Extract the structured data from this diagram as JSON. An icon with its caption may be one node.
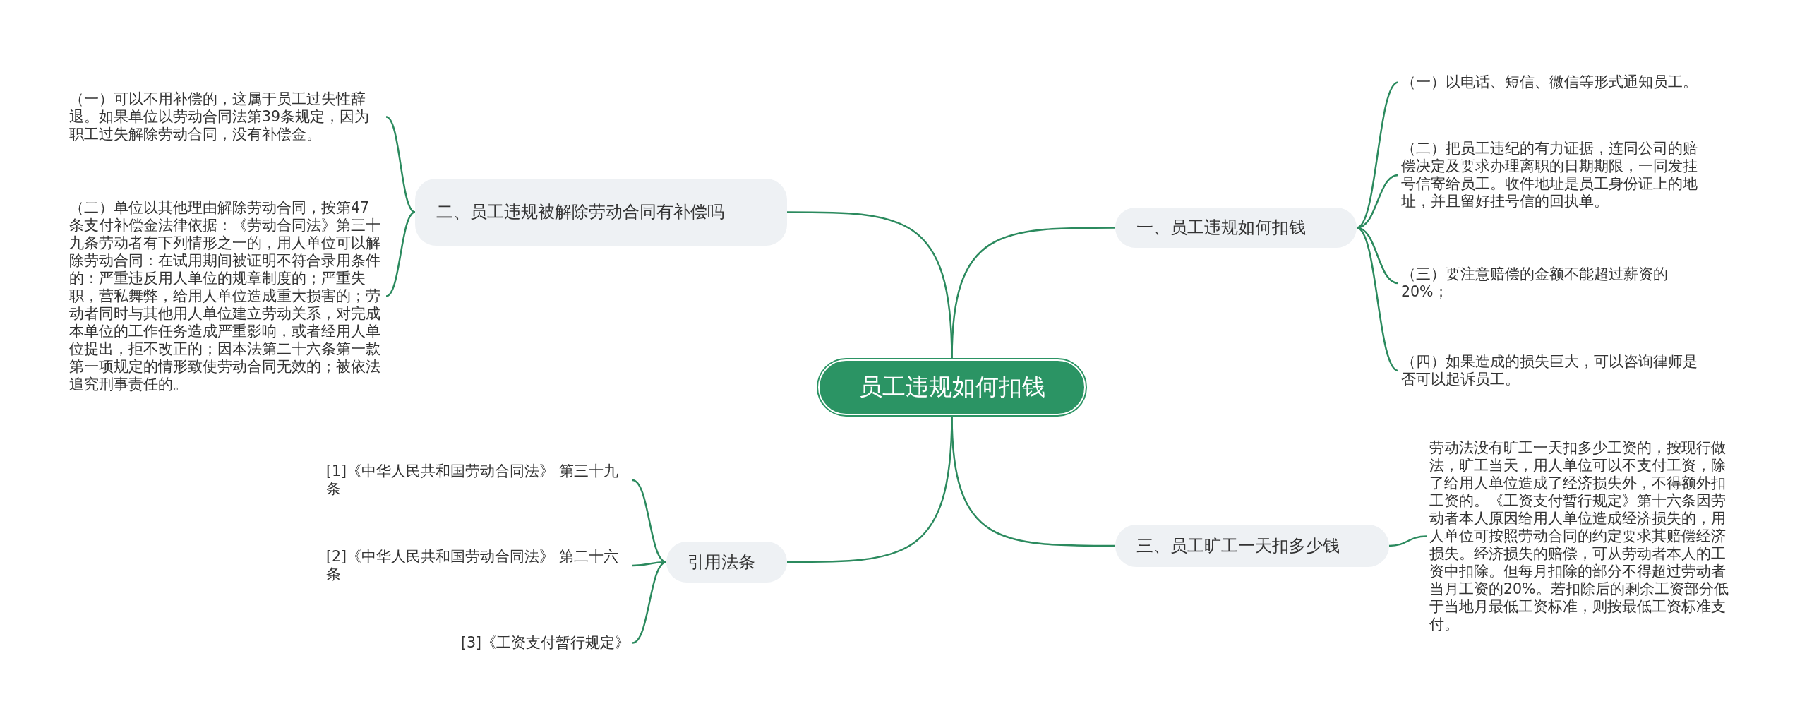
{
  "diagram": {
    "nodes": [
      {
        "text": [
          "员工违规如何扣钱"
        ]
      },
      {
        "text": [
          "一、员工违规如何扣钱"
        ]
      },
      {
        "text": [
          "（一）以电话、短信、微信等形式通知员工。"
        ]
      },
      {
        "text": [
          "（二）把员工违纪的有力证据，连同公司的赔偿决定及要求办理离职的日期期限，一同发挂号信寄给员工。收件地址是员工身份证上的地址，并且留好挂号信的回执单。"
        ]
      },
      {
        "text": [
          "（三）要注意赔偿的金额不能超过薪资的20%；"
        ]
      },
      {
        "text": [
          "（四）如果造成的损失巨大，可以咨询律师是否可以起诉员工。"
        ]
      },
      {
        "text": [
          "二、员工违规被解除劳动合同有补偿吗"
        ]
      },
      {
        "text": [
          "（一）可以不用补偿的，这属于员工过失性辞退。如果单位以劳动合同法第39条规定，因为职工过失解除劳动合同，没有补偿金。"
        ]
      },
      {
        "text": [
          "（二）单位以其他理由解除劳动合同，按第47条支付补偿金法律依据：《劳动合同法》第三十九条劳动者有下列情形之一的，用人单位可以解除劳动合同：在试用期间被证明不符合录用条件的：严重违反用人单位的规章制度的；严重失职，营私舞弊，给用人单位造成重大损害的；劳动者同时与其他用人单位建立劳动关系，对完成本单位的工作任务造成严重影响，或者经用人单位提出，拒不改正的；因本法第二十六条第一款第一项规定的情形致使劳动合同无效的；被依法追究刑事责任的。"
        ]
      },
      {
        "text": [
          "三、员工旷工一天扣多少钱"
        ]
      },
      {
        "text": [
          "劳动法没有旷工一天扣多少工资的，按现行做法，旷工当天，用人单位可以不支付工资，除了给用人单位造成了经济损失外，不得额外扣工资的。《工资支付暂行规定》第十六条因劳动者本人原因给用人单位造成经济损失的，用人单位可按照劳动合同的约定要求其赔偿经济损失。经济损失的赔偿，可从劳动者本人的工资中扣除。但每月扣除的部分不得超过劳动者当月工资的20%。若扣除后的剩余工资部分低于当地月最低工资标准，则按最低工资标准支付。"
        ]
      },
      {
        "text": [
          "引用法条"
        ]
      },
      {
        "text": [
          "[1]《中华人民共和国劳动合同法》 第三十九条"
        ]
      },
      {
        "text": [
          "[2]《中华人民共和国劳动合同法》 第二十六条"
        ]
      },
      {
        "text": [
          "[3]《工资支付暂行规定》"
        ]
      }
    ],
    "edges": [
      {
        "from": 0,
        "to": 1,
        "arrow": "none"
      },
      {
        "from": 1,
        "to": 2,
        "arrow": "none"
      },
      {
        "from": 1,
        "to": 3,
        "arrow": "none"
      },
      {
        "from": 1,
        "to": 4,
        "arrow": "none"
      },
      {
        "from": 1,
        "to": 5,
        "arrow": "none"
      },
      {
        "from": 0,
        "to": 6,
        "arrow": "none"
      },
      {
        "from": 6,
        "to": 7,
        "arrow": "none"
      },
      {
        "from": 6,
        "to": 8,
        "arrow": "none"
      },
      {
        "from": 0,
        "to": 9,
        "arrow": "none"
      },
      {
        "from": 9,
        "to": 10,
        "arrow": "none"
      },
      {
        "from": 0,
        "to": 11,
        "arrow": "none"
      },
      {
        "from": 11,
        "to": 12,
        "arrow": "none"
      },
      {
        "from": 11,
        "to": 13,
        "arrow": "none"
      },
      {
        "from": 11,
        "to": 14,
        "arrow": "none"
      }
    ]
  }
}
